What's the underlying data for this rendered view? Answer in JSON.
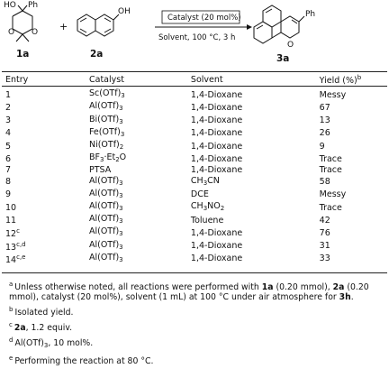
{
  "scheme": {
    "reactant1_label": "1a",
    "reactant2_label": "2a",
    "product_label": "3a",
    "plus": "+",
    "catalyst_box": "Catalyst (20 mol%)",
    "conditions": "Solvent, 100 °C, 3 h",
    "atom_HO": "HO",
    "atom_Ph1": "Ph",
    "atom_O1": "O",
    "atom_O2": "O",
    "atom_OH": "OH",
    "atom_Ph2": "Ph",
    "atom_O3": "O"
  },
  "table": {
    "headers": {
      "entry": "Entry",
      "catalyst": "Catalyst",
      "solvent": "Solvent",
      "yield": "Yield (%)",
      "yield_mark": "b"
    },
    "rows": [
      {
        "entry": "1",
        "entry_sup": "",
        "cat": "Sc(OTf)",
        "cat_sub": "3",
        "cat_post": "",
        "cat_post_sub": "",
        "sol": "1,4-Dioxane",
        "sol_sub": "",
        "sol_post": "",
        "yield": "Messy"
      },
      {
        "entry": "2",
        "entry_sup": "",
        "cat": "Al(OTf)",
        "cat_sub": "3",
        "cat_post": "",
        "cat_post_sub": "",
        "sol": "1,4-Dioxane",
        "sol_sub": "",
        "sol_post": "",
        "yield": "67"
      },
      {
        "entry": "3",
        "entry_sup": "",
        "cat": "Bi(OTf)",
        "cat_sub": "3",
        "cat_post": "",
        "cat_post_sub": "",
        "sol": "1,4-Dioxane",
        "sol_sub": "",
        "sol_post": "",
        "yield": "13"
      },
      {
        "entry": "4",
        "entry_sup": "",
        "cat": "Fe(OTf)",
        "cat_sub": "3",
        "cat_post": "",
        "cat_post_sub": "",
        "sol": "1,4-Dioxane",
        "sol_sub": "",
        "sol_post": "",
        "yield": "26"
      },
      {
        "entry": "5",
        "entry_sup": "",
        "cat": "Ni(OTf)",
        "cat_sub": "2",
        "cat_post": "",
        "cat_post_sub": "",
        "sol": "1,4-Dioxane",
        "sol_sub": "",
        "sol_post": "",
        "yield": "9"
      },
      {
        "entry": "6",
        "entry_sup": "",
        "cat": "BF",
        "cat_sub": "3",
        "cat_post": "·Et",
        "cat_post_sub": "2",
        "cat_tail": "O",
        "sol": "1,4-Dioxane",
        "sol_sub": "",
        "sol_post": "",
        "yield": "Trace"
      },
      {
        "entry": "7",
        "entry_sup": "",
        "cat": "PTSA",
        "cat_sub": "",
        "cat_post": "",
        "cat_post_sub": "",
        "sol": "1,4-Dioxane",
        "sol_sub": "",
        "sol_post": "",
        "yield": "Trace"
      },
      {
        "entry": "8",
        "entry_sup": "",
        "cat": "Al(OTf)",
        "cat_sub": "3",
        "cat_post": "",
        "cat_post_sub": "",
        "sol": "CH",
        "sol_sub": "3",
        "sol_post": "CN",
        "yield": "58"
      },
      {
        "entry": "9",
        "entry_sup": "",
        "cat": "Al(OTf)",
        "cat_sub": "3",
        "cat_post": "",
        "cat_post_sub": "",
        "sol": "DCE",
        "sol_sub": "",
        "sol_post": "",
        "yield": "Messy"
      },
      {
        "entry": "10",
        "entry_sup": "",
        "cat": "Al(OTf)",
        "cat_sub": "3",
        "cat_post": "",
        "cat_post_sub": "",
        "sol": "CH",
        "sol_sub": "3",
        "sol_post": "NO",
        "sol_post_sub": "2",
        "yield": "Trace"
      },
      {
        "entry": "11",
        "entry_sup": "",
        "cat": "Al(OTf)",
        "cat_sub": "3",
        "cat_post": "",
        "cat_post_sub": "",
        "sol": "Toluene",
        "sol_sub": "",
        "sol_post": "",
        "yield": "42"
      },
      {
        "entry": "12",
        "entry_sup": "c",
        "cat": "Al(OTf)",
        "cat_sub": "3",
        "cat_post": "",
        "cat_post_sub": "",
        "sol": "1,4-Dioxane",
        "sol_sub": "",
        "sol_post": "",
        "yield": "76"
      },
      {
        "entry": "13",
        "entry_sup": "c,d",
        "cat": "Al(OTf)",
        "cat_sub": "3",
        "cat_post": "",
        "cat_post_sub": "",
        "sol": "1,4-Dioxane",
        "sol_sub": "",
        "sol_post": "",
        "yield": "31"
      },
      {
        "entry": "14",
        "entry_sup": "c,e",
        "cat": "Al(OTf)",
        "cat_sub": "3",
        "cat_post": "",
        "cat_post_sub": "",
        "sol": "1,4-Dioxane",
        "sol_sub": "",
        "sol_post": "",
        "yield": "33"
      }
    ]
  },
  "footnotes": {
    "a": {
      "mark": "a",
      "t1": "Unless otherwise noted, all reactions were performed with ",
      "b1": "1a",
      "t2": " (0.20 mmol), ",
      "b2": "2a",
      "t3": " (0.20 mmol), catalyst (20 mol%), solvent (1 mL) at 100 °C under air atmosphere for ",
      "b3": "3h",
      "t4": "."
    },
    "b": {
      "mark": "b",
      "text": "Isolated yield."
    },
    "c": {
      "mark": "c",
      "bold": "2a",
      "text": ", 1.2 equiv."
    },
    "d": {
      "mark": "d",
      "pre": "Al(OTf)",
      "sub": "3",
      "text": ", 10 mol%."
    },
    "e": {
      "mark": "e",
      "text": "Performing the reaction at 80 °C."
    }
  }
}
